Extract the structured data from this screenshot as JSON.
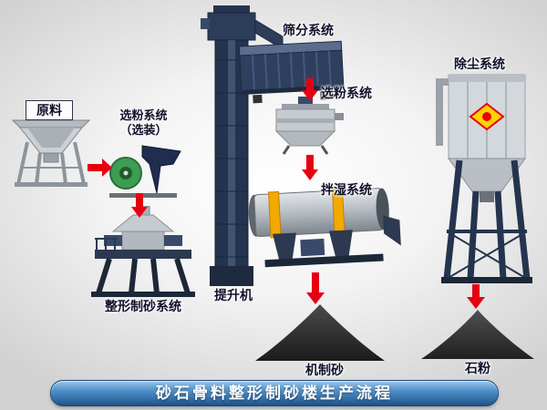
{
  "banner": {
    "title": "砂石骨料整形制砂楼生产流程"
  },
  "nodes": {
    "raw_material": {
      "label": "原料"
    },
    "optional_classifier": {
      "label": "选粉系统",
      "sublabel": "（选装）"
    },
    "shaping_sand_system": {
      "label": "整形制砂系统"
    },
    "bucket_elevator": {
      "label": "提升机"
    },
    "screening_system": {
      "label": "筛分系统"
    },
    "classifier_system": {
      "label": "选粉系统"
    },
    "wetting_system": {
      "label": "拌湿系统"
    },
    "dust_removal_system": {
      "label": "除尘系统"
    },
    "machine_made_sand": {
      "label": "机制砂"
    },
    "stone_powder": {
      "label": "石粉"
    }
  },
  "arrows": [
    {
      "from": "raw_material",
      "to": "optional_classifier"
    },
    {
      "from": "optional_classifier",
      "to": "shaping_sand_system"
    },
    {
      "from": "screening_system",
      "to": "classifier_system"
    },
    {
      "from": "classifier_system",
      "to": "wetting_system"
    },
    {
      "from": "wetting_system",
      "to": "machine_made_sand"
    },
    {
      "from": "dust_removal_system",
      "to": "stone_powder"
    }
  ],
  "colors": {
    "arrow_red": "#e60012",
    "banner_blue_top": "#9cc8ec",
    "banner_blue_bottom": "#1e4f82",
    "machine_navy": "#2c3950",
    "machine_gray": "#c6cbd0",
    "drum_yellow": "#f2a900",
    "pile_dark": "#262626",
    "label_text": "#10102a"
  }
}
